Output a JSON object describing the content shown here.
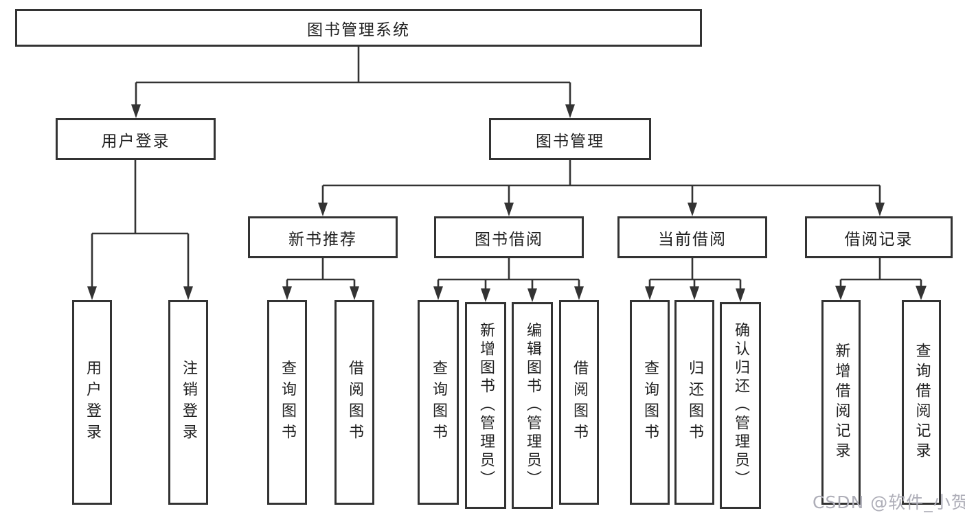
{
  "page": {
    "watermark": "CSDN @软件_小贺同学"
  },
  "colors": {
    "box_border": "#333333",
    "connector_line": "#333333",
    "text": "#1f1f1f",
    "watermark_text": "#aeaeb8",
    "background": "#ffffff"
  },
  "tree": {
    "root": {
      "label": "图书管理系统",
      "children": [
        {
          "label": "用户登录",
          "children": [
            {
              "label": "用户登录"
            },
            {
              "label": "注销登录"
            }
          ]
        },
        {
          "label": "图书管理",
          "children": [
            {
              "label": "新书推荐",
              "children": [
                {
                  "label": "查询图书"
                },
                {
                  "label": "借阅图书"
                }
              ]
            },
            {
              "label": "图书借阅",
              "children": [
                {
                  "label": "查询图书"
                },
                {
                  "label": "新增图书（管理员）"
                },
                {
                  "label": "编辑图书（管理员）"
                },
                {
                  "label": "借阅图书"
                }
              ]
            },
            {
              "label": "当前借阅",
              "children": [
                {
                  "label": "查询图书"
                },
                {
                  "label": "归还图书"
                },
                {
                  "label": "确认归还（管理员）"
                }
              ]
            },
            {
              "label": "借阅记录",
              "children": [
                {
                  "label": "新增借阅记录"
                },
                {
                  "label": "查询借阅记录"
                }
              ]
            }
          ]
        }
      ]
    }
  }
}
